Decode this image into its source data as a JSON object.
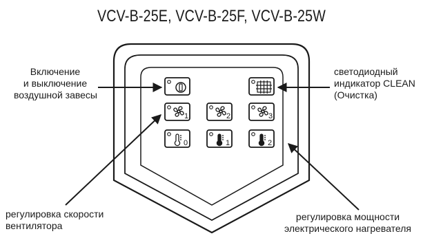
{
  "title": "VCV-B-25E, VCV-B-25F, VCV-B-25W",
  "labels": {
    "onoff": [
      "Включение",
      "и выключение",
      "воздушной завесы"
    ],
    "clean": [
      "светодиодный",
      "индикатор CLEAN",
      "(Очистка)"
    ],
    "fan": [
      "регулировка скорости",
      "вентилятора"
    ],
    "heater": [
      "регулировка мощности",
      "электрического нагревателя"
    ]
  },
  "buttons": {
    "fan_speeds": [
      "1",
      "2",
      "3"
    ],
    "heater_levels": [
      "0",
      "1",
      "2"
    ]
  },
  "icons": {
    "power": "power-icon",
    "clean": "clean-grid-icon",
    "fan": "fan-icon",
    "thermometer": "thermometer-icon"
  }
}
